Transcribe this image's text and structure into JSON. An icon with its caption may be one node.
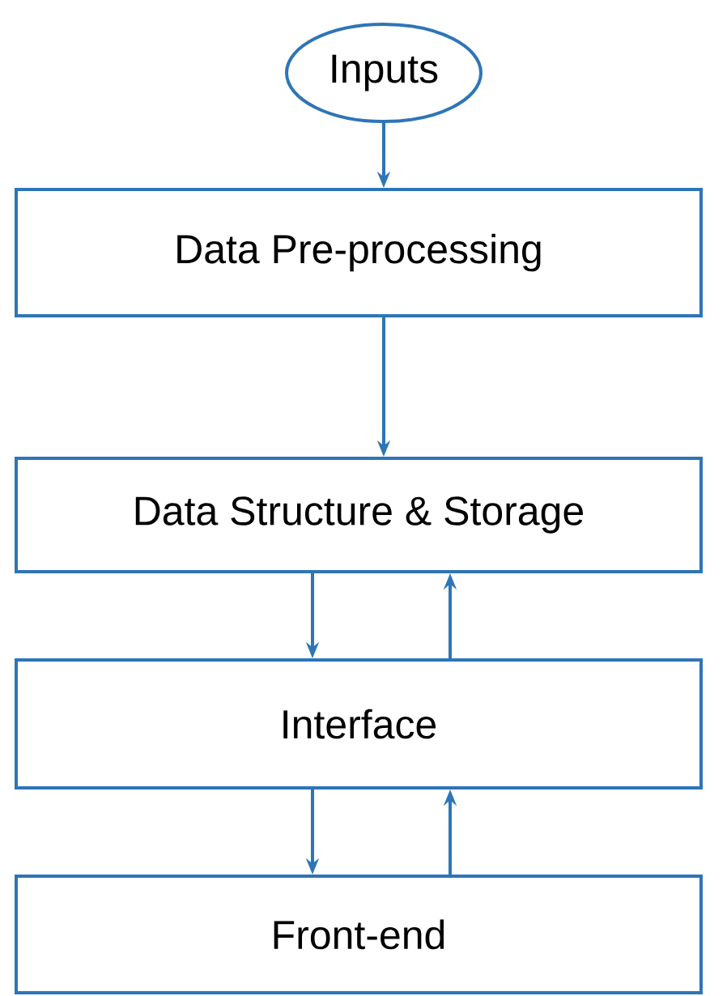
{
  "diagram": {
    "nodes": [
      {
        "text": [
          "Inputs"
        ]
      },
      {
        "text": [
          "Data Pre-processing"
        ]
      },
      {
        "text": [
          "Data Structure & Storage"
        ]
      },
      {
        "text": [
          "Interface"
        ]
      },
      {
        "text": [
          "Front-end"
        ]
      }
    ],
    "edges": [
      {
        "from": 0,
        "to": 1,
        "arrow": "to"
      },
      {
        "from": 1,
        "to": 2,
        "arrow": "to"
      },
      {
        "from": 2,
        "to": 3,
        "arrow": "to"
      },
      {
        "from": 3,
        "to": 2,
        "arrow": "to"
      },
      {
        "from": 3,
        "to": 4,
        "arrow": "to"
      },
      {
        "from": 4,
        "to": 3,
        "arrow": "to"
      }
    ]
  }
}
